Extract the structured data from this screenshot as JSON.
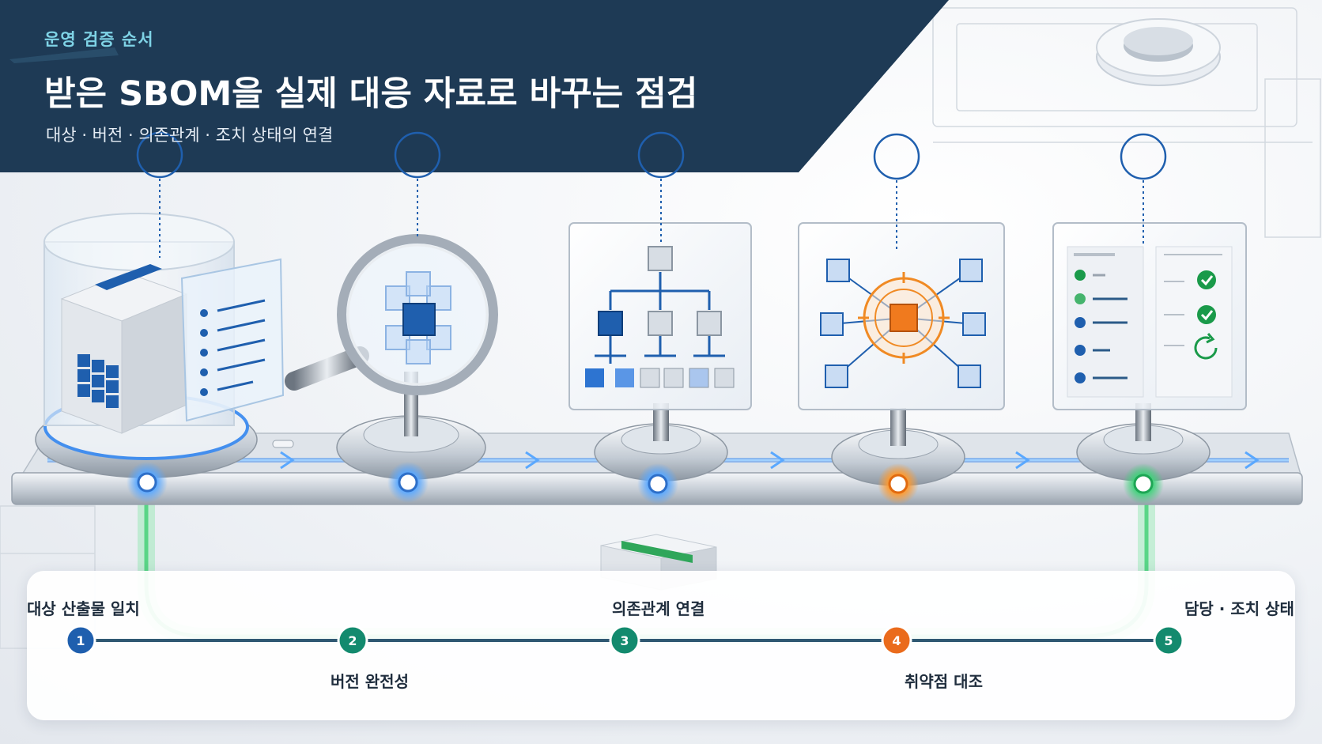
{
  "header": {
    "kicker": "운영 검증 순서",
    "title": "받은 SBOM을 실제 대응 자료로 바꾸는 점검",
    "subtitle": "대상 · 버전 · 의존관계 · 조치 상태의 연결"
  },
  "steps": [
    {
      "number": "1",
      "label": "대상 산출물 일치",
      "color": "#1f5fae"
    },
    {
      "number": "2",
      "label": "버전 완전성",
      "color": "#138a6e"
    },
    {
      "number": "3",
      "label": "의존관계 연결",
      "color": "#138a6e"
    },
    {
      "number": "4",
      "label": "취약점 대조",
      "color": "#ea6b1c"
    },
    {
      "number": "5",
      "label": "담당 · 조치 상태",
      "color": "#138a6e"
    }
  ],
  "colors": {
    "header_bg": "#1e3a55",
    "timeline_line": "#2f5872",
    "rail_glow_blue": "#3d8cf0",
    "rail_glow_orange": "#f08a24",
    "rail_glow_green": "#34c56b",
    "status_check": "#1a9a4a"
  },
  "icons": [
    "artifact-cube-icon",
    "magnifier-icon",
    "dependency-tree-icon",
    "vulnerability-target-icon",
    "status-checklist-icon"
  ]
}
